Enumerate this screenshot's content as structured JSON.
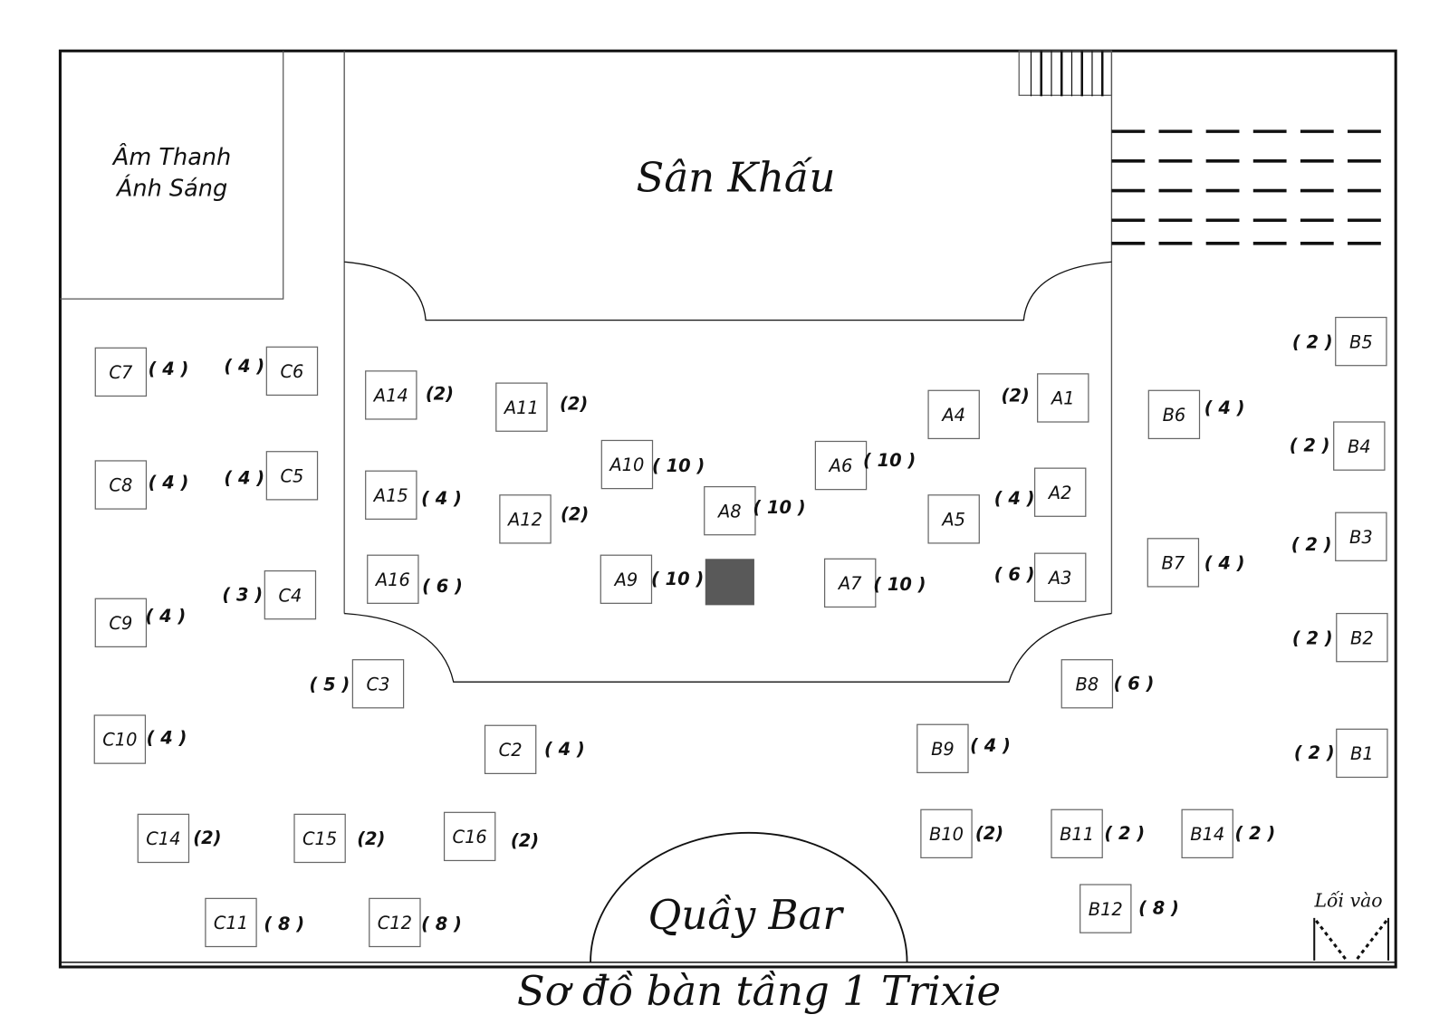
{
  "title": "Sơ đồ bàn tầng 1 Trixie",
  "areas": {
    "sound_light_line1": "Âm Thanh",
    "sound_light_line2": "Ánh Sáng",
    "stage": "Sân Khấu",
    "bar": "Quầy Bar",
    "entrance": "Lối vào"
  },
  "colors": {
    "line": "#111111",
    "reserved_block": "#595959"
  },
  "tables": [
    {
      "id": "C7",
      "capacity": "( 4 )"
    },
    {
      "id": "C6",
      "capacity": "( 4 )"
    },
    {
      "id": "C8",
      "capacity": "( 4 )"
    },
    {
      "id": "C5",
      "capacity": "( 4 )"
    },
    {
      "id": "C9",
      "capacity": "( 4 )"
    },
    {
      "id": "C4",
      "capacity": "( 3 )"
    },
    {
      "id": "C3",
      "capacity": "( 5 )"
    },
    {
      "id": "C10",
      "capacity": "( 4 )"
    },
    {
      "id": "C2",
      "capacity": "( 4 )"
    },
    {
      "id": "C14",
      "capacity": "(2)"
    },
    {
      "id": "C15",
      "capacity": "(2)"
    },
    {
      "id": "C16",
      "capacity": "(2)"
    },
    {
      "id": "C11",
      "capacity": "( 8 )"
    },
    {
      "id": "C12",
      "capacity": "( 8 )"
    },
    {
      "id": "A14",
      "capacity": "(2)"
    },
    {
      "id": "A11",
      "capacity": "(2)"
    },
    {
      "id": "A10",
      "capacity": "( 10 )"
    },
    {
      "id": "A15",
      "capacity": "( 4 )"
    },
    {
      "id": "A12",
      "capacity": "(2)"
    },
    {
      "id": "A8",
      "capacity": "( 10 )"
    },
    {
      "id": "A16",
      "capacity": "( 6 )"
    },
    {
      "id": "A9",
      "capacity": "( 10 )"
    },
    {
      "id": "A6",
      "capacity": "( 10 )"
    },
    {
      "id": "A4",
      "capacity": null
    },
    {
      "id": "A1",
      "capacity": "(2)"
    },
    {
      "id": "A5",
      "capacity": null
    },
    {
      "id": "A2",
      "capacity": "( 4 )"
    },
    {
      "id": "A7",
      "capacity": "( 10 )"
    },
    {
      "id": "A3",
      "capacity": "( 6 )"
    },
    {
      "id": "B6",
      "capacity": "( 4 )"
    },
    {
      "id": "B7",
      "capacity": "( 4 )"
    },
    {
      "id": "B5",
      "capacity": "( 2 )"
    },
    {
      "id": "B4",
      "capacity": "( 2 )"
    },
    {
      "id": "B3",
      "capacity": "( 2 )"
    },
    {
      "id": "B2",
      "capacity": "( 2 )"
    },
    {
      "id": "B1",
      "capacity": "( 2 )"
    },
    {
      "id": "B8",
      "capacity": "( 6 )"
    },
    {
      "id": "B9",
      "capacity": "( 4 )"
    },
    {
      "id": "B10",
      "capacity": "(2)"
    },
    {
      "id": "B11",
      "capacity": "( 2 )"
    },
    {
      "id": "B14",
      "capacity": "( 2 )"
    },
    {
      "id": "B12",
      "capacity": "( 8 )"
    }
  ]
}
